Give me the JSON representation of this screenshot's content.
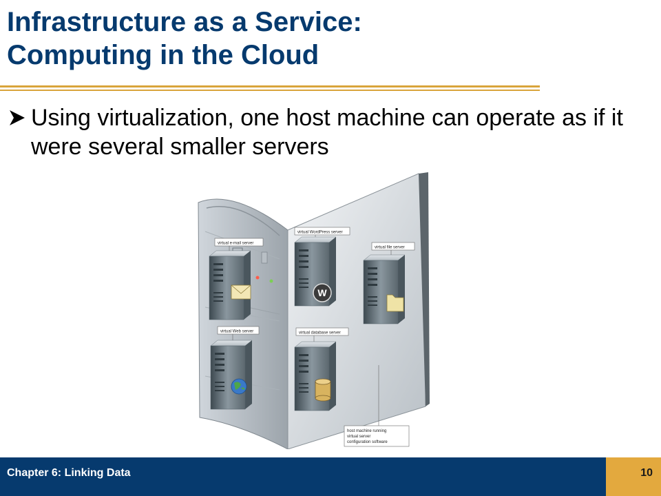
{
  "slide": {
    "title_line1": "Infrastructure as a Service:",
    "title_line2": "Computing in the Cloud",
    "bullet": "Using virtualization, one host machine can operate as if it were several smaller servers"
  },
  "diagram": {
    "labels": {
      "email": "virtual e-mail server",
      "wordpress": "virtual WordPress server",
      "file": "virtual file server",
      "web": "virtual Web server",
      "database": "virtual database server",
      "host_line1": "host machine running",
      "host_line2": "virtual server",
      "host_line3": "configuration software"
    }
  },
  "footer": {
    "chapter": "Chapter 6: Linking Data",
    "page": "10"
  },
  "colors": {
    "title": "#063a6e",
    "rule": "#d9a43a",
    "footer_bg": "#063a6e",
    "page_bg": "#e3a93e"
  }
}
